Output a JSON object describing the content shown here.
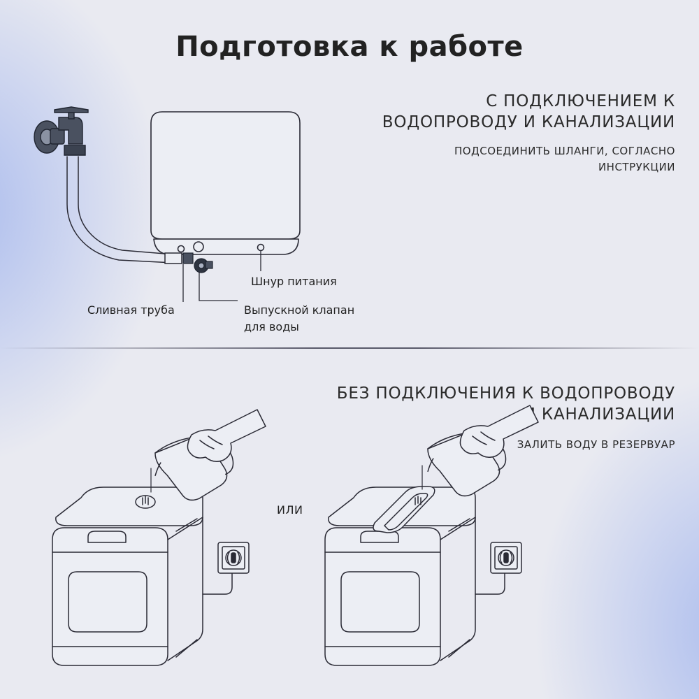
{
  "title": "Подготовка к работе",
  "section_with": {
    "heading_line1": "С ПОДКЛЮЧЕНИЕМ К",
    "heading_line2": "ВОДОПРОВОДУ И КАНАЛИЗАЦИИ",
    "sub_line1": "ПОДСОЕДИНИТЬ ШЛАНГИ, СОГЛАСНО",
    "sub_line2": "ИНСТРУКЦИИ",
    "labels": {
      "power_cord": "Шнур питания",
      "drain_pipe": "Сливная труба",
      "valve_line1": "Выпускной клапан",
      "valve_line2": "для воды"
    }
  },
  "section_without": {
    "heading_line1": "БЕЗ ПОДКЛЮЧЕНИЯ К ВОДОПРОВОДУ",
    "heading_line2": "И КАНАЛИЗАЦИИ",
    "sub": "ЗАЛИТЬ ВОДУ В РЕЗЕРВУАР",
    "or": "ИЛИ"
  }
}
